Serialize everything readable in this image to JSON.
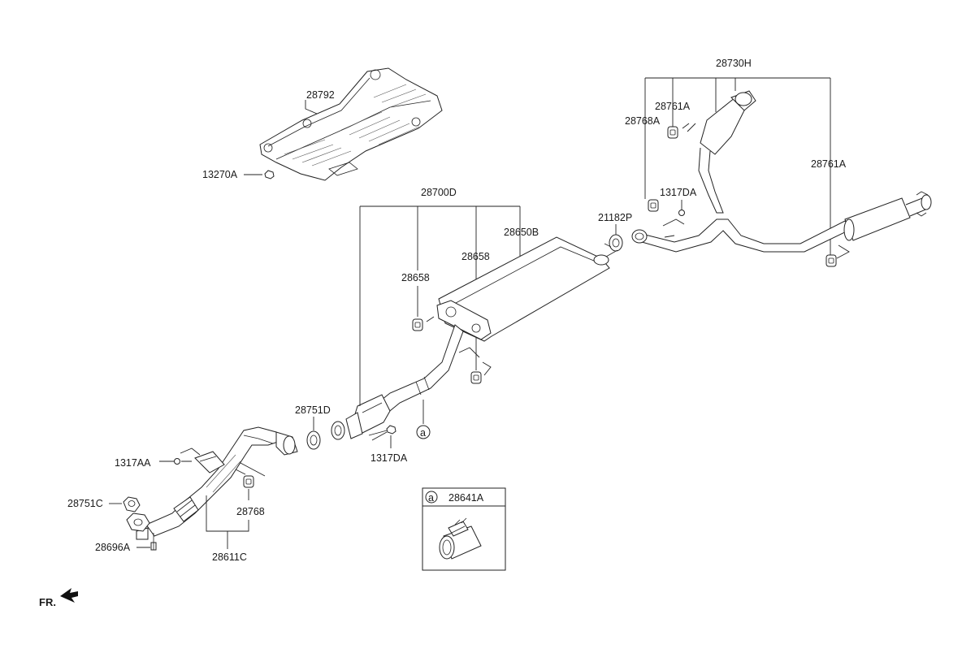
{
  "labels": {
    "p28792": "28792",
    "p13270A": "13270A",
    "p28730H": "28730H",
    "p28761A_top": "28761A",
    "p28768A": "28768A",
    "p28761A_right": "28761A",
    "p1317DA_top": "1317DA",
    "p21182P": "21182P",
    "p28700D": "28700D",
    "p28650B": "28650B",
    "p28658_mid": "28658",
    "p28658_left": "28658",
    "p28751D": "28751D",
    "p1317DA_bottom": "1317DA",
    "p1317AA": "1317AA",
    "p28751C": "28751C",
    "p28768": "28768",
    "p28696A": "28696A",
    "p28611C": "28611C",
    "ref_a_callout": "a",
    "inset_ref": "a",
    "inset_part": "28641A",
    "fr": "FR."
  }
}
